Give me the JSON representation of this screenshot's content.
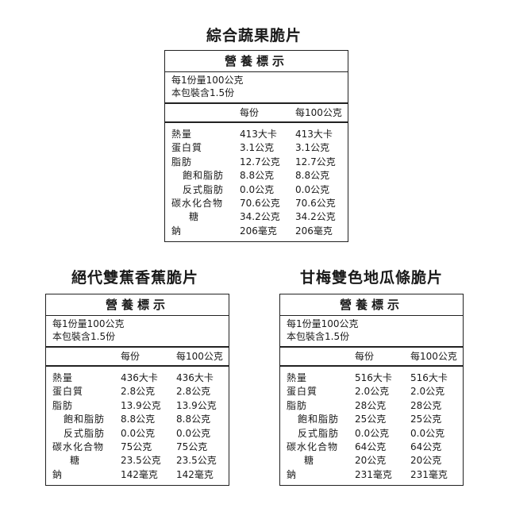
{
  "labels": {
    "panel_title": "營養標示",
    "serving_size": "每1份量100公克",
    "servings": "本包裝含1.5份",
    "col_per_serving": "每份",
    "col_per_100g": "每100公克",
    "nutrients": [
      "熱量",
      "蛋白質",
      "脂肪",
      "飽和脂肪",
      "反式脂肪",
      "碳水化合物",
      "糖",
      "鈉"
    ]
  },
  "products": [
    {
      "name": "綜合蔬果脆片",
      "values": [
        [
          "413大卡",
          "413大卡"
        ],
        [
          "3.1公克",
          "3.1公克"
        ],
        [
          "12.7公克",
          "12.7公克"
        ],
        [
          "8.8公克",
          "8.8公克"
        ],
        [
          "0.0公克",
          "0.0公克"
        ],
        [
          "70.6公克",
          "70.6公克"
        ],
        [
          "34.2公克",
          "34.2公克"
        ],
        [
          "206毫克",
          "206毫克"
        ]
      ]
    },
    {
      "name": "絕代雙蕉香蕉脆片",
      "values": [
        [
          "436大卡",
          "436大卡"
        ],
        [
          "2.8公克",
          "2.8公克"
        ],
        [
          "13.9公克",
          "13.9公克"
        ],
        [
          "8.8公克",
          "8.8公克"
        ],
        [
          "0.0公克",
          "0.0公克"
        ],
        [
          "75公克",
          "75公克"
        ],
        [
          "23.5公克",
          "23.5公克"
        ],
        [
          "142毫克",
          "142毫克"
        ]
      ]
    },
    {
      "name": "甘梅雙色地瓜條脆片",
      "values": [
        [
          "516大卡",
          "516大卡"
        ],
        [
          "2.0公克",
          "2.0公克"
        ],
        [
          "28公克",
          "28公克"
        ],
        [
          "25公克",
          "25公克"
        ],
        [
          "0.0公克",
          "0.0公克"
        ],
        [
          "64公克",
          "64公克"
        ],
        [
          "20公克",
          "20公克"
        ],
        [
          "231毫克",
          "231毫克"
        ]
      ]
    }
  ]
}
